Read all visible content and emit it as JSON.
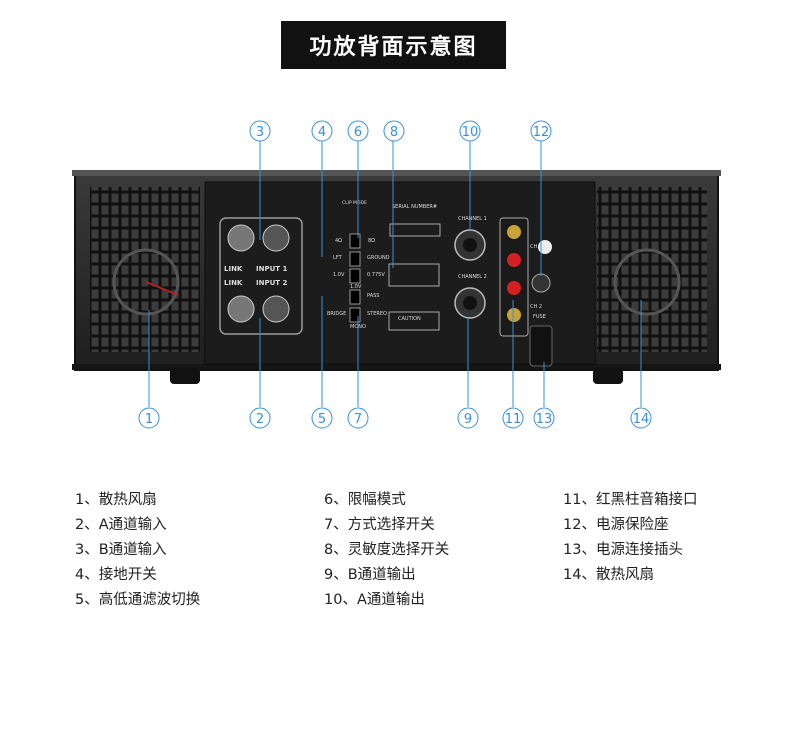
{
  "title": "功放背面示意图",
  "panel_labels": {
    "link": "LINK",
    "input1": "INPUT 1",
    "input2": "INPUT 2",
    "ctrl_top": "CLIP MODE",
    "ctrl_a": "4Ω",
    "ctrl_b": "8Ω",
    "lft": "LFT",
    "ground": "GROUND",
    "v1": "1.0V",
    "v2": "0.775V",
    "v3": "1.0V",
    "pass": "PASS",
    "bridge": "BRIDGE",
    "stereo": "STEREO",
    "mono": "MONO",
    "serial": "SERIAL NUMBER#",
    "caution": "CAUTION",
    "channel1": "CHANNEL 1",
    "channel2": "CHANNEL 2",
    "ch1": "CH 1",
    "ch2": "CH 2",
    "fuse": "FUSE"
  },
  "callouts": {
    "c1": "1",
    "c2": "2",
    "c3": "3",
    "c4": "4",
    "c5": "5",
    "c6": "6",
    "c7": "7",
    "c8": "8",
    "c9": "9",
    "c10": "10",
    "c11": "11",
    "c12": "12",
    "c13": "13",
    "c14": "14"
  },
  "legend": {
    "col1": [
      "1、散热风扇",
      "2、A通道输入",
      "3、B通道输入",
      "4、接地开关",
      "5、高低通滤波切换"
    ],
    "col2": [
      "6、限幅模式",
      "7、方式选择开关",
      "8、灵敏度选择开关",
      "9、B通道输出",
      "10、A通道输出"
    ],
    "col3": [
      "11、红黑柱音箱接口",
      "12、电源保险座",
      "13、电源连接插头",
      "14、散热风扇"
    ]
  },
  "colors": {
    "accent": "#3a8fd6",
    "chassis": "#2a2a2a",
    "panel": "#1c1c1c",
    "binding_red": "#d42020",
    "binding_gold": "#c9a23a"
  }
}
